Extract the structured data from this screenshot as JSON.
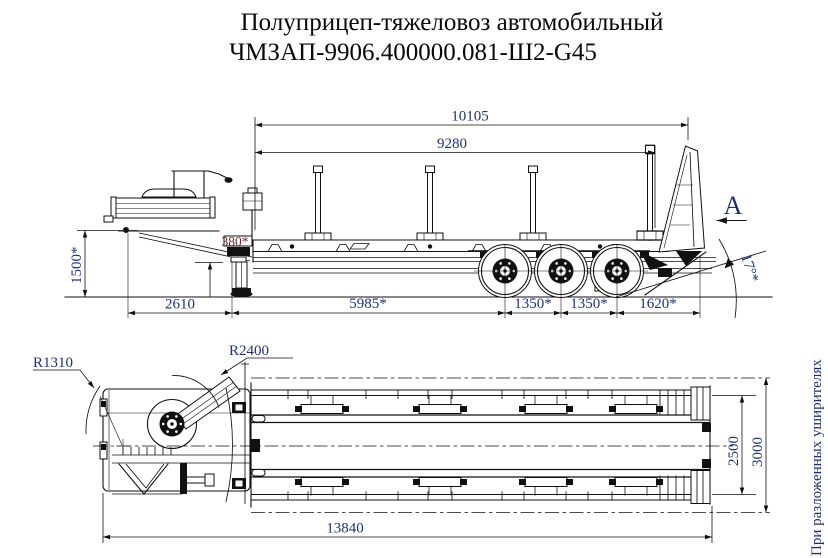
{
  "title": {
    "line1": "Полуприцеп-тяжеловоз автомобильный",
    "line2": "ЧМЗАП-9906.400000.081-Ш2-G45"
  },
  "side_view": {
    "view_label": "А",
    "dims": {
      "overall_top": "10105",
      "deck_length": "9280",
      "coupling_height": "1500*",
      "clearance": "380*",
      "front_to_kingpin": "2610",
      "kingpin_to_axle1": "5985*",
      "axle_spacing_1": "1350*",
      "axle_spacing_2": "1350*",
      "axle_to_rear": "1620*",
      "ramp_angle": "17°*"
    }
  },
  "top_view": {
    "note": "При разложенных уширителях",
    "dims": {
      "radius_front": "R1310",
      "radius_swing": "R2400",
      "platform_width": "2500",
      "extended_width": "3000",
      "overall_length": "13840"
    }
  },
  "colors": {
    "line": "#111111",
    "dim_text": "#1e2f7a",
    "alt_dim_text": "#7a2525"
  }
}
